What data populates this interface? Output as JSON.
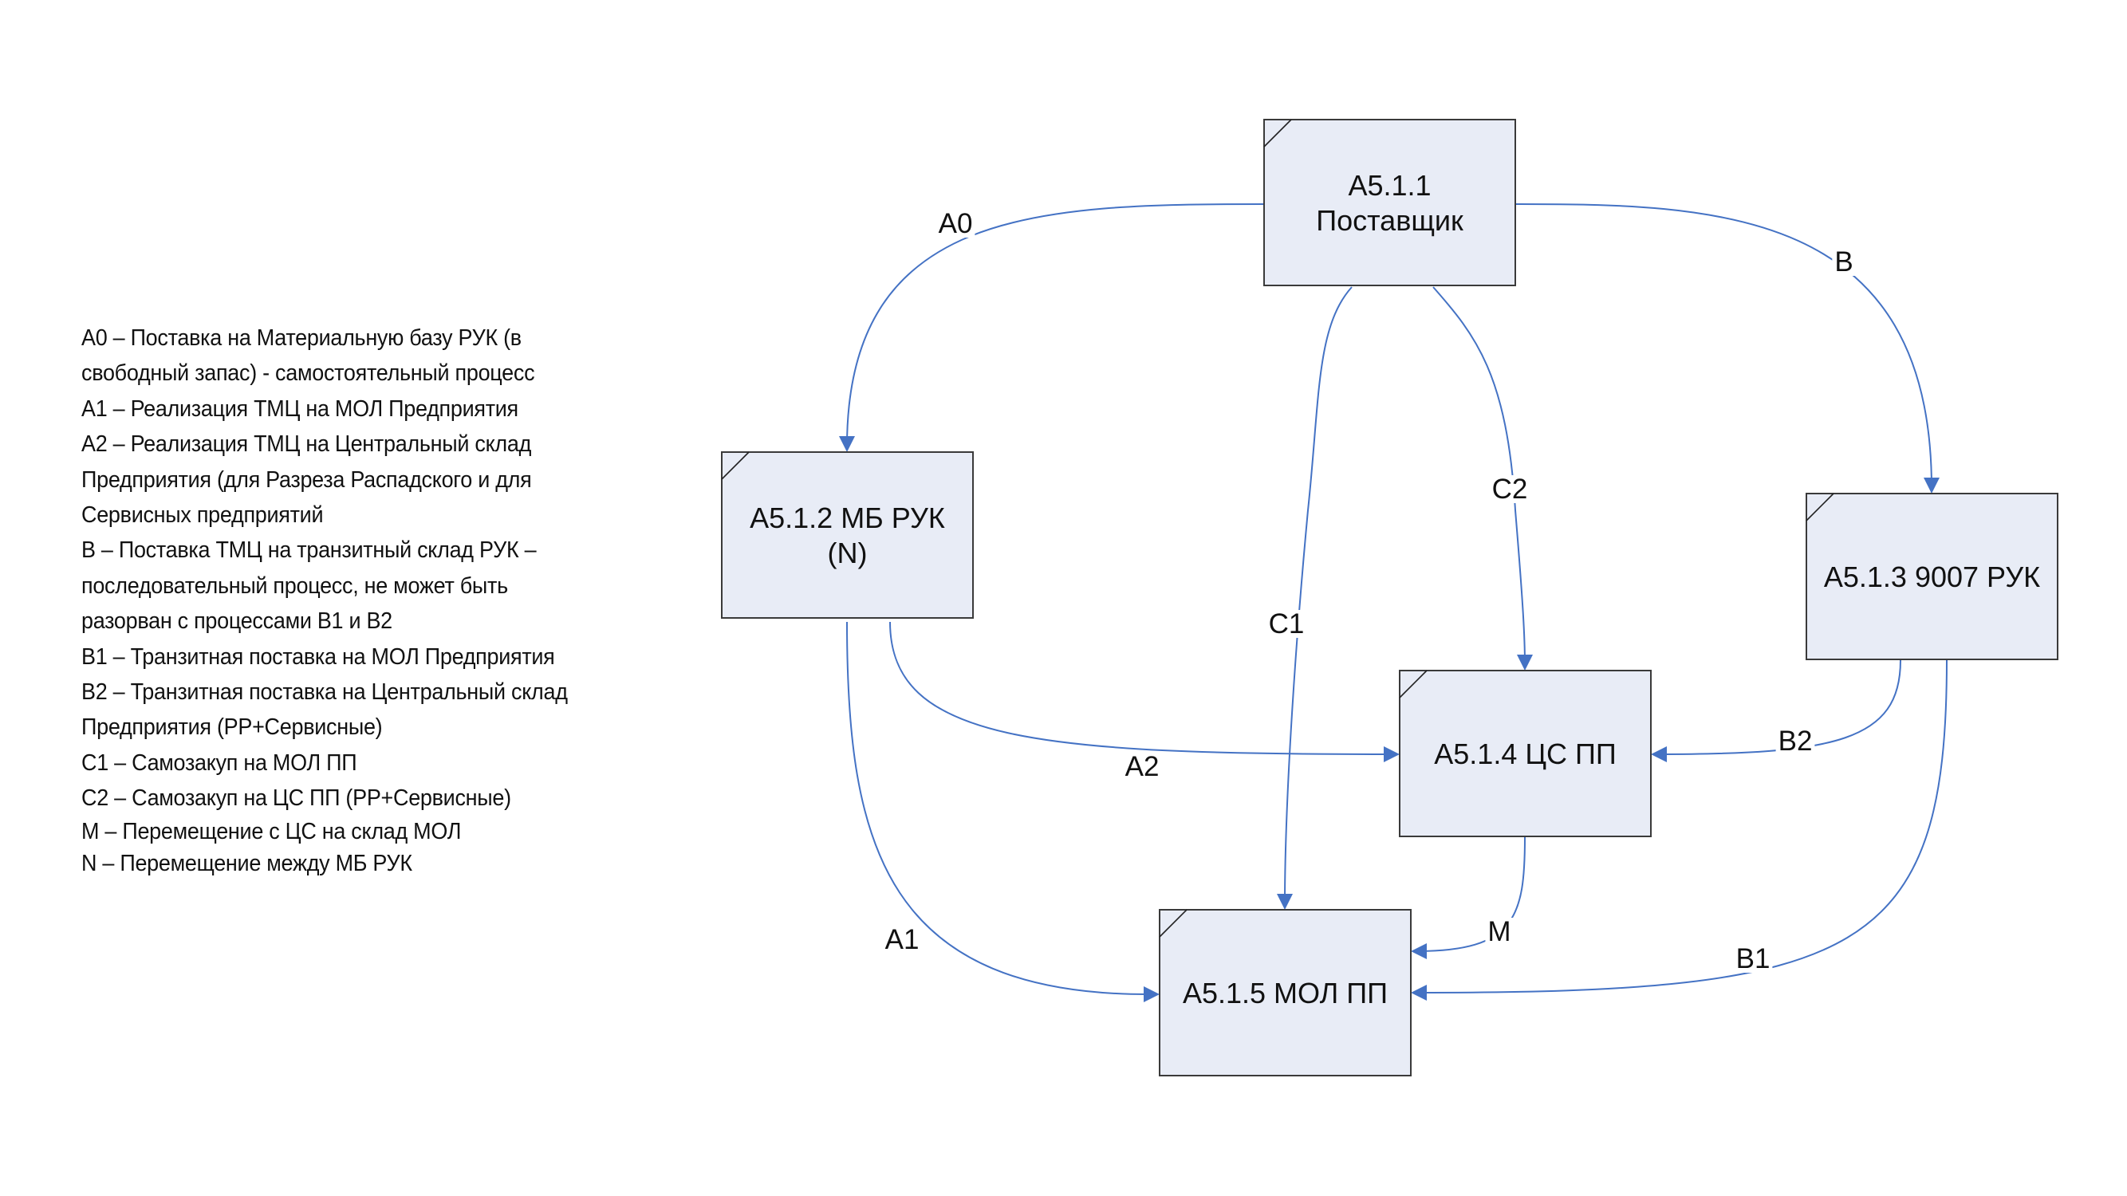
{
  "legend": [
    "А0 – Поставка на Материальную базу РУК (в",
    "свободный запас) - самостоятельный процесс",
    "А1 – Реализация ТМЦ на МОЛ Предприятия",
    "А2 – Реализация ТМЦ на Центральный склад",
    "Предприятия (для Разреза Распадского и для",
    "Сервисных предприятий",
    "В  – Поставка ТМЦ на транзитный склад РУК –",
    "последовательный процесс, не может быть",
    "разорван с процессами В1 и В2",
    "В1 – Транзитная поставка на МОЛ Предприятия",
    "В2 – Транзитная поставка на Центральный склад",
    "Предприятия (РР+Сервисные)",
    "С1 – Самозакуп на МОЛ ПП",
    "С2 – Самозакуп на ЦС ПП (РР+Сервисные)",
    "М  – Перемещение с ЦС на склад МОЛ",
    "N – Перемещение между МБ РУК"
  ],
  "nodes": [
    {
      "id": "A5.1.1",
      "lines": [
        "А5.1.1",
        "Поставщик"
      ]
    },
    {
      "id": "A5.1.2",
      "lines": [
        "А5.1.2 МБ РУК",
        "(N)"
      ]
    },
    {
      "id": "A5.1.3",
      "lines": [
        "А5.1.3 9007 РУК"
      ]
    },
    {
      "id": "A5.1.4",
      "lines": [
        "А5.1.4 ЦС ПП"
      ]
    },
    {
      "id": "A5.1.5",
      "lines": [
        "А5.1.5 МОЛ ПП"
      ]
    }
  ],
  "edges": [
    {
      "label": "А0",
      "from": "A5.1.1",
      "to": "A5.1.2"
    },
    {
      "label": "В",
      "from": "A5.1.1",
      "to": "A5.1.3"
    },
    {
      "label": "С1",
      "from": "A5.1.1",
      "to": "A5.1.5"
    },
    {
      "label": "С2",
      "from": "A5.1.1",
      "to": "A5.1.4"
    },
    {
      "label": "А2",
      "from": "A5.1.2",
      "to": "A5.1.4"
    },
    {
      "label": "А1",
      "from": "A5.1.2",
      "to": "A5.1.5"
    },
    {
      "label": "М",
      "from": "A5.1.4",
      "to": "A5.1.5"
    },
    {
      "label": "В2",
      "from": "A5.1.3",
      "to": "A5.1.4"
    },
    {
      "label": "В1",
      "from": "A5.1.3",
      "to": "A5.1.5"
    }
  ],
  "colors": {
    "node_fill": "#E8ECF6",
    "node_border": "#3A3A3A",
    "connector": "#4472C4",
    "text": "#111111"
  }
}
